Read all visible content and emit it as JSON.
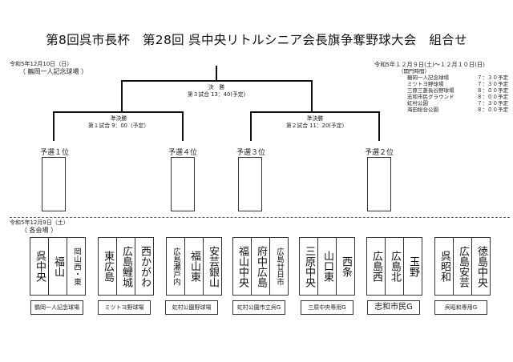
{
  "title": "第8回呉市長杯　第28回 呉中央リトルシニア会長旗争奪野球大会　組合せ",
  "final_day": {
    "date": "令和5年12月10日（日）",
    "venue": "（ 鶴岡一人記念球場 ）"
  },
  "schedule": {
    "heading": "令和5年１２月９日(土)～１２月１０日(日)",
    "subheading": "（開門時間）",
    "rows": [
      {
        "venue": "鶴岡一人記念球場",
        "time": "７：３０予定"
      },
      {
        "venue": "ミツトヨ野球場",
        "time": "７：３０予定"
      },
      {
        "venue": "三原三菱長谷野球場",
        "time": "８：００予定"
      },
      {
        "venue": "志和市民グラウンド",
        "time": "８：００予定"
      },
      {
        "venue": "虹村公園",
        "time": "７：３０予定"
      },
      {
        "venue": "海田総合公園",
        "time": "８：００予定"
      }
    ]
  },
  "bracket": {
    "final": {
      "label": "決　勝",
      "info": "第３試合 13：40(予定)"
    },
    "semi1": {
      "label": "準決勝",
      "info": "第１試合 9：00（予定）"
    },
    "semi2": {
      "label": "準決勝",
      "info": "第２試合 11：20(予定)"
    },
    "seeds": [
      "予選１位",
      "予選４位",
      "予選３位",
      "予選２位"
    ]
  },
  "prelim_day": {
    "date": "令和5年12月9日（土）",
    "venue": "（ 各会場 ）"
  },
  "groups": [
    {
      "teams": [
        "呉中央",
        "福山",
        "岡山西・東"
      ],
      "venue": "鶴岡一人記念球場"
    },
    {
      "teams": [
        "東広島",
        "広島鯉城",
        "西かがわ"
      ],
      "venue": "ミツトヨ野球場"
    },
    {
      "teams": [
        "広島瀬戸内",
        "福山東",
        "安芸銀山"
      ],
      "venue": "虹村公園野球場"
    },
    {
      "teams": [
        "福山中央",
        "府中広島",
        "広島廿日市"
      ],
      "venue": "虹村公園市立呉G"
    },
    {
      "teams": [
        "三原中央",
        "山口東",
        "西条"
      ],
      "venue": "三原中央専用G"
    },
    {
      "teams": [
        "広島西",
        "広島北",
        "玉野"
      ],
      "venue": "志和市民G"
    },
    {
      "teams": [
        "呉昭和",
        "広島安芸",
        "徳島中央"
      ],
      "venue": "呉昭和専用G"
    }
  ]
}
